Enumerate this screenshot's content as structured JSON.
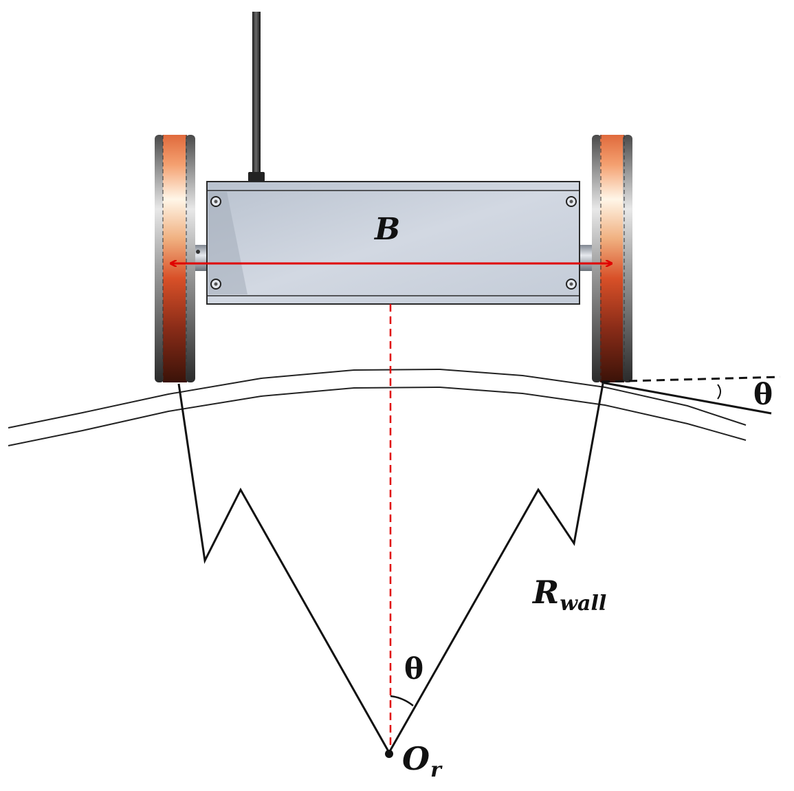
{
  "labels": {
    "width": "B",
    "angle_wall": "θ",
    "angle_center": "θ",
    "center_main": "O",
    "center_sub": "r",
    "radius_main": "R",
    "radius_sub": "wall"
  },
  "colors": {
    "dimension_arrow": "#e00000",
    "centerline": "#e00000",
    "linework": "#111111",
    "body_panel": "#c8d0dc",
    "wheel_tread": "#c0401e"
  }
}
